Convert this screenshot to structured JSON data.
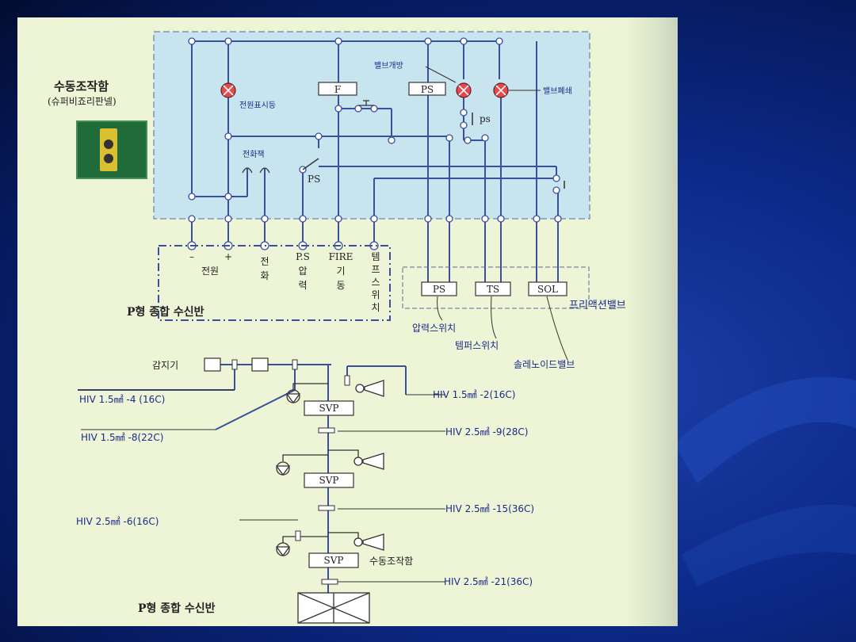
{
  "panel": {
    "title": "수동조작함",
    "subtitle": "(슈퍼비죠리판넬)"
  },
  "labels": {
    "lamp_power": "전원표시등",
    "valve_open": "밸브개방",
    "valve_close": "밸브폐쇄",
    "phone_jack": "전화잭",
    "ps_switch": "PS",
    "ps_contact": "ps",
    "box_F": "F",
    "box_PS": "PS"
  },
  "terminals": {
    "minus": "–",
    "plus": "+",
    "power": "전원",
    "phone_chars": [
      "전",
      "화"
    ],
    "ps_top": "P.S",
    "ps_chars": [
      "압",
      "력"
    ],
    "fire_top": "FIRE",
    "fire_chars": [
      "기",
      "동"
    ],
    "tamper_chars": [
      "템",
      "프",
      "스",
      "위",
      "치"
    ]
  },
  "receiver_top": "P형  종합  수신반",
  "devices": {
    "ps": "PS",
    "ts": "TS",
    "sol": "SOL",
    "preaction": "프리액션밸브",
    "ps_desc": "압력스위치",
    "ts_desc": "템퍼스위치",
    "sol_desc": "솔레노이드밸브"
  },
  "lower": {
    "detector": "감지기",
    "wire1": "HIV 1.5㎟ -4 (16C)",
    "wire2": "HIV 1.5㎟ -8(22C)",
    "wire3": "HIV 1.5㎟ -2(16C)",
    "wire4": "HIV 2.5㎟ -9(28C)",
    "wire5": "HIV 2.5㎟ -15(36C)",
    "wire6": "HIV 2.5㎟ -6(16C)",
    "wire7": "HIV 2.5㎟ -21(36C)",
    "svp": "SVP",
    "manual_box": "수동조작함",
    "receiver_bottom": "P형  종합  수신반"
  }
}
